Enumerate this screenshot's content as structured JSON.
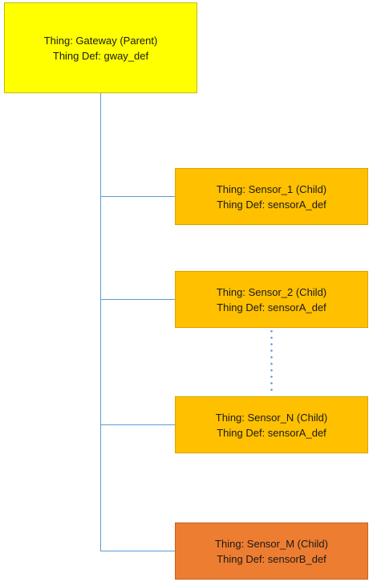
{
  "colors": {
    "parent_fill": "#ffff00",
    "child_fill": "#ffc000",
    "child_b_fill": "#ed7d31",
    "connector": "#5b9bd5"
  },
  "parent": {
    "thing": "Thing: Gateway (Parent)",
    "thing_def": "Thing Def: gway_def"
  },
  "children": [
    {
      "thing": "Thing: Sensor_1 (Child)",
      "thing_def": "Thing Def: sensorA_def"
    },
    {
      "thing": "Thing: Sensor_2 (Child)",
      "thing_def": "Thing Def: sensorA_def"
    },
    {
      "thing": "Thing: Sensor_N (Child)",
      "thing_def": "Thing Def: sensorA_def"
    },
    {
      "thing": "Thing: Sensor_M (Child)",
      "thing_def": "Thing Def: sensorB_def"
    }
  ]
}
